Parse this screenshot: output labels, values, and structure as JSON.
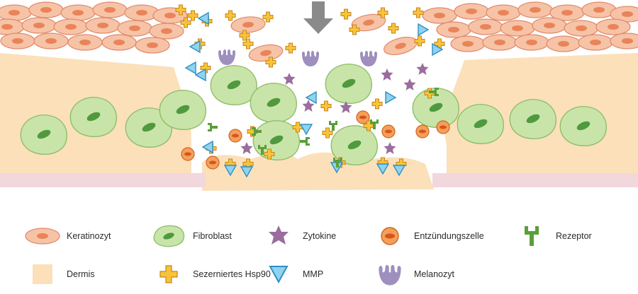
{
  "legend": {
    "items": [
      {
        "key": "keratinocyte",
        "label": "Keratinozyt"
      },
      {
        "key": "fibroblast",
        "label": "Fibroblast"
      },
      {
        "key": "cytokine",
        "label": "Zytokine"
      },
      {
        "key": "inflammatory_cell",
        "label": "Entzündungszelle"
      },
      {
        "key": "receptor",
        "label": "Rezeptor"
      },
      {
        "key": "dermis",
        "label": "Dermis"
      },
      {
        "key": "secreted_hsp90",
        "label": "Sezerniertes Hsp90"
      },
      {
        "key": "mmp",
        "label": "MMP"
      },
      {
        "key": "melanocyte",
        "label": "Melanozyt"
      }
    ]
  },
  "colors": {
    "keratinocyte_fill": "#f7c3a6",
    "keratinocyte_stroke": "#e0896a",
    "keratinocyte_nucleus": "#e9845a",
    "fibroblast_fill": "#c9e4a9",
    "fibroblast_stroke": "#8fbf6a",
    "fibroblast_nucleus": "#4f9a3e",
    "cytokine": "#9a6d9e",
    "inflammatory_fill": "#f2a05a",
    "inflammatory_stroke": "#d4631f",
    "inflammatory_nucleus": "#d9531c",
    "receptor": "#5b9e3a",
    "dermis": "#fbe0ba",
    "hsp90_fill": "#f7c33a",
    "hsp90_stroke": "#c9851a",
    "mmp_fill": "#8fd3ef",
    "mmp_stroke": "#2f8fc4",
    "melanocyte": "#9f8fbf",
    "membrane": "#f2d7dc",
    "arrow": "#8a8a8a"
  }
}
